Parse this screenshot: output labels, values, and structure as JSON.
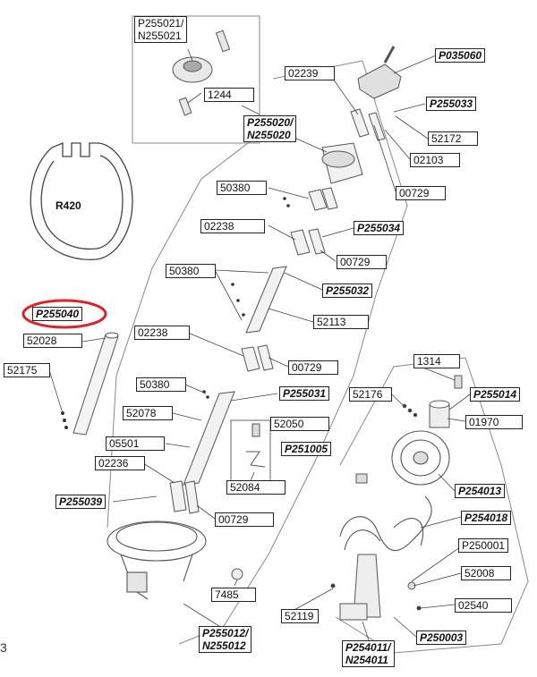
{
  "diagram": {
    "profile_label": "R420",
    "edge_fragment": "3",
    "highlight_color": "#d6262e",
    "parts": {
      "p255021_n255021": [
        "P255021/",
        "N255021"
      ],
      "p1244": "1244",
      "p02239": "02239",
      "p035060": "P035060",
      "p255033": "P255033",
      "p255020_n255020": [
        "P255020/",
        "N255020"
      ],
      "p52172": "52172",
      "p02103": "02103",
      "p50380_a": "50380",
      "p00729_a": "00729",
      "p02238_a": "02238",
      "p255034": "P255034",
      "p00729_b": "00729",
      "p50380_b": "50380",
      "p255032": "P255032",
      "p255040": "P255040",
      "p52113": "52113",
      "p52028": "52028",
      "p02238_b": "02238",
      "p52175": "52175",
      "p00729_c": "00729",
      "p1314": "1314",
      "p50380_c": "50380",
      "p255031": "P255031",
      "p52176": "52176",
      "p255014": "P255014",
      "p52078": "52078",
      "p52050": "52050",
      "p01970": "01970",
      "p05501": "05501",
      "p251005": "P251005",
      "p02236": "02236",
      "p254013": "P254013",
      "p52084": "52084",
      "p255039": "P255039",
      "p254018": "P254018",
      "p00729_d": "00729",
      "p250001": "P250001",
      "p52008": "52008",
      "p7485": "7485",
      "p02540": "02540",
      "p52119": "52119",
      "p255012_n255012": [
        "P255012/",
        "N255012"
      ],
      "p250003": "P250003",
      "p254011_n254011": [
        "P254011/",
        "N254011"
      ]
    }
  }
}
